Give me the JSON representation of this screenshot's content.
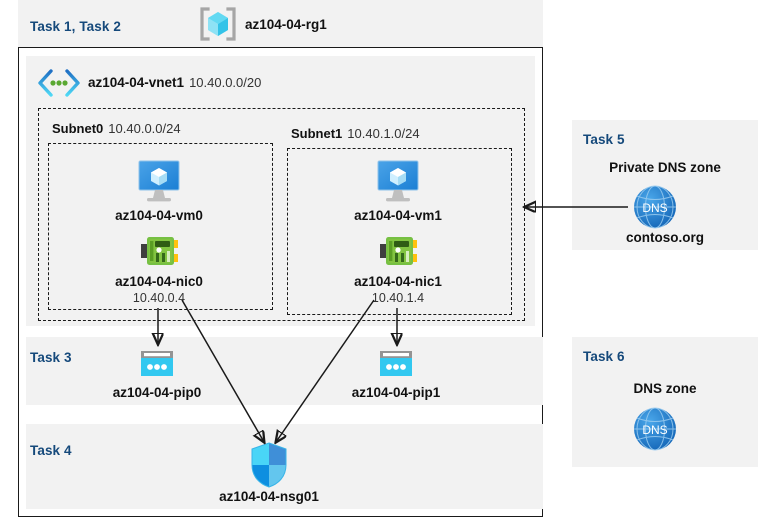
{
  "resource_group": {
    "task_label": "Task 1, Task 2",
    "name": "az104-04-rg1",
    "icon": "resource-group-icon"
  },
  "vnet": {
    "name": "az104-04-vnet1",
    "cidr": "10.40.0.0/20",
    "icon": "virtual-network-icon"
  },
  "subnets": [
    {
      "name": "Subnet0",
      "cidr": "10.40.0.0/24",
      "vm": {
        "name": "az104-04-vm0",
        "icon": "virtual-machine-icon"
      },
      "nic": {
        "name": "az104-04-nic0",
        "ip": "10.40.0.4",
        "icon": "network-interface-icon"
      }
    },
    {
      "name": "Subnet1",
      "cidr": "10.40.1.0/24",
      "vm": {
        "name": "az104-04-vm1",
        "icon": "virtual-machine-icon"
      },
      "nic": {
        "name": "az104-04-nic1",
        "ip": "10.40.1.4",
        "icon": "network-interface-icon"
      }
    }
  ],
  "public_ips": {
    "task_label": "Task 3",
    "items": [
      {
        "name": "az104-04-pip0",
        "icon": "public-ip-icon"
      },
      {
        "name": "az104-04-pip1",
        "icon": "public-ip-icon"
      }
    ]
  },
  "nsg": {
    "task_label": "Task 4",
    "name": "az104-04-nsg01",
    "icon": "network-security-group-icon"
  },
  "private_dns": {
    "task_label": "Task 5",
    "title": "Private DNS zone",
    "zone_name": "contoso.org",
    "icon": "dns-zone-icon",
    "icon_text": "DNS"
  },
  "public_dns": {
    "task_label": "Task 6",
    "title": "DNS zone",
    "icon": "dns-zone-icon",
    "icon_text": "DNS"
  },
  "colors": {
    "panel_background": "#f2f2f2",
    "task_label": "#15497b",
    "border": "#1a1a1a",
    "azure_blue": "#0078d4",
    "cyan": "#32c8f0",
    "nic_green": "#6fbf3f",
    "dns_blue": "#1e7fd4"
  }
}
